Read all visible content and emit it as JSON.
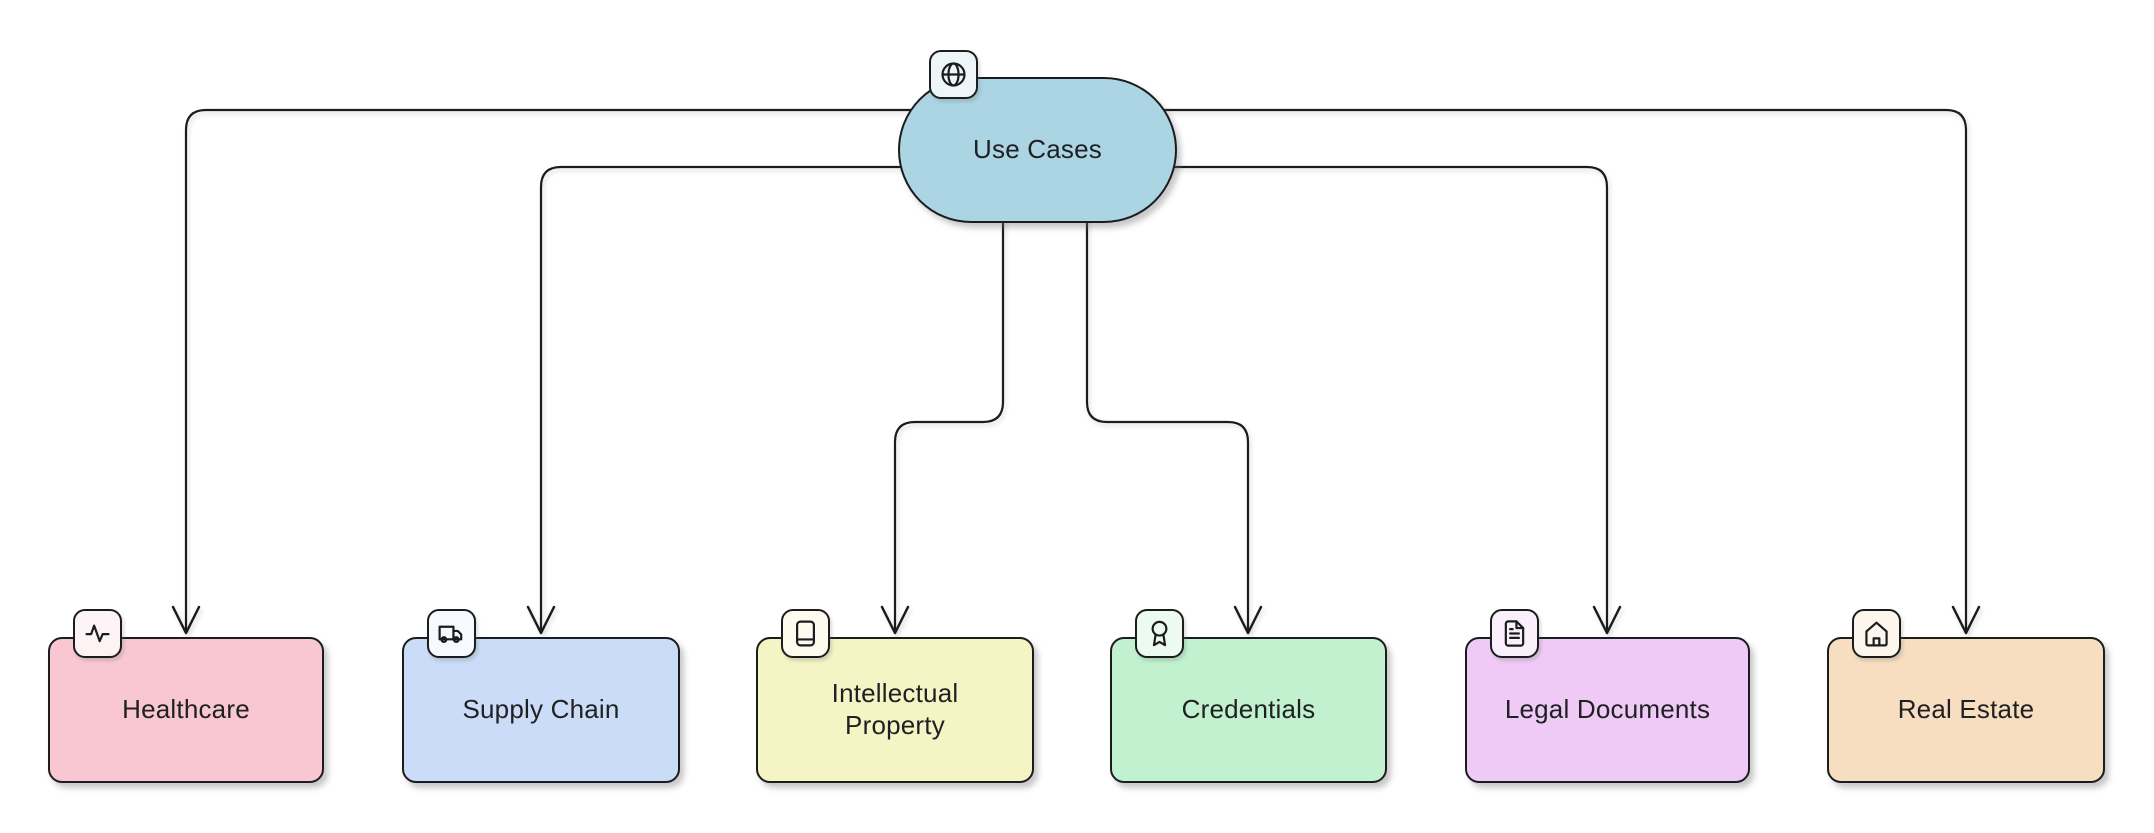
{
  "diagram": {
    "type": "flowchart",
    "background": "#ffffff",
    "stroke_color": "#1a1c1e",
    "text_color": "#1e2022",
    "root": {
      "id": "use-cases",
      "label": "Use Cases",
      "shape": "stadium",
      "fill": "#abd5e3",
      "badge_fill": "#edf5f9",
      "icon": "globe-icon"
    },
    "nodes": [
      {
        "id": "healthcare",
        "label": "Healthcare",
        "fill": "#f9c7d2",
        "badge_fill": "#fdf3f5",
        "icon": "activity-icon"
      },
      {
        "id": "supply-chain",
        "label": "Supply Chain",
        "fill": "#cadcf8",
        "badge_fill": "#f6f9fe",
        "icon": "truck-icon"
      },
      {
        "id": "intellectual-property",
        "label": "Intellectual\nProperty",
        "fill": "#f5f4c5",
        "badge_fill": "#fcfbee",
        "icon": "book-icon"
      },
      {
        "id": "credentials",
        "label": "Credentials",
        "fill": "#c1f1cf",
        "badge_fill": "#edfaf2",
        "icon": "award-icon"
      },
      {
        "id": "legal-documents",
        "label": "Legal Documents",
        "fill": "#efcaf6",
        "badge_fill": "#faf0fc",
        "icon": "file-text-icon"
      },
      {
        "id": "real-estate",
        "label": "Real Estate",
        "fill": "#f8dec0",
        "badge_fill": "#fcf6ec",
        "icon": "home-icon"
      }
    ],
    "edges": [
      {
        "from": "Use Cases",
        "to": "Healthcare"
      },
      {
        "from": "Use Cases",
        "to": "Supply Chain"
      },
      {
        "from": "Use Cases",
        "to": "Intellectual Property"
      },
      {
        "from": "Use Cases",
        "to": "Credentials"
      },
      {
        "from": "Use Cases",
        "to": "Legal Documents"
      },
      {
        "from": "Use Cases",
        "to": "Real Estate"
      }
    ]
  }
}
